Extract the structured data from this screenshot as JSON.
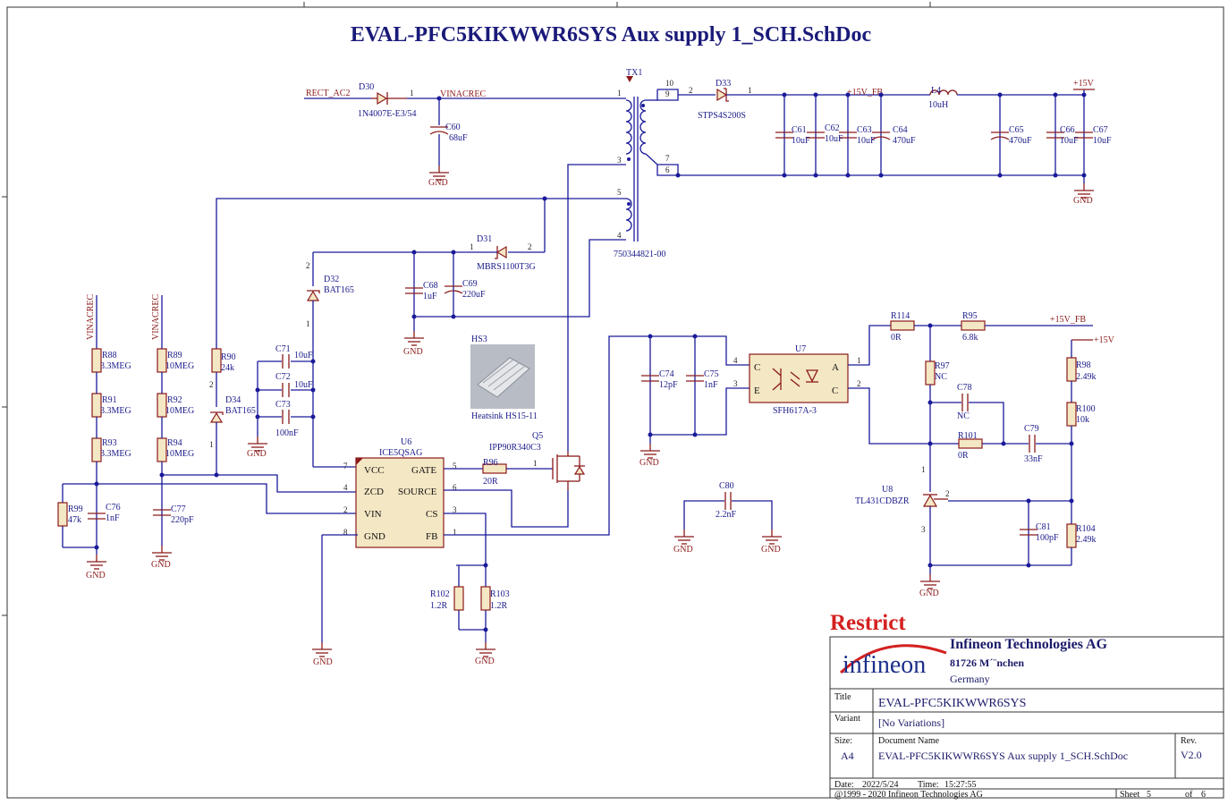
{
  "sheet_title": "EVAL-PFC5KIKWWR6SYS Aux supply 1_SCH.SchDoc",
  "nets": {
    "rect_ac2": "RECT_AC2",
    "vinacrec": "VINACREC",
    "p15v_fb": "+15V_FB",
    "p15v": "+15V",
    "gnd": "GND"
  },
  "transformer": {
    "ref": "TX1",
    "part": "750344821-00",
    "pins": [
      "1",
      "3",
      "5",
      "4",
      "10",
      "9",
      "7",
      "6"
    ]
  },
  "diodes": [
    {
      "ref": "D30",
      "part": "1N4007E-E3/54"
    },
    {
      "ref": "D33",
      "part": "STPS4S200S"
    },
    {
      "ref": "D31",
      "part": "MBRS1100T3G"
    },
    {
      "ref": "D32",
      "part": "BAT165"
    },
    {
      "ref": "D34",
      "part": "BAT165"
    }
  ],
  "capacitors": [
    {
      "ref": "C60",
      "value": "68uF"
    },
    {
      "ref": "C61",
      "value": "10uF"
    },
    {
      "ref": "C62",
      "value": "10uF"
    },
    {
      "ref": "C63",
      "value": "10uF"
    },
    {
      "ref": "C64",
      "value": "470uF"
    },
    {
      "ref": "C65",
      "value": "470uF"
    },
    {
      "ref": "C66",
      "value": "10uF"
    },
    {
      "ref": "C67",
      "value": "10uF"
    },
    {
      "ref": "C68",
      "value": "1uF"
    },
    {
      "ref": "C69",
      "value": "220uF"
    },
    {
      "ref": "C71",
      "value": "10uF"
    },
    {
      "ref": "C72",
      "value": "10uF"
    },
    {
      "ref": "C73",
      "value": "100nF"
    },
    {
      "ref": "C74",
      "value": "12pF"
    },
    {
      "ref": "C75",
      "value": "1nF"
    },
    {
      "ref": "C76",
      "value": "1nF"
    },
    {
      "ref": "C77",
      "value": "220pF"
    },
    {
      "ref": "C78",
      "value": "NC"
    },
    {
      "ref": "C79",
      "value": "33nF"
    },
    {
      "ref": "C80",
      "value": "2.2nF"
    },
    {
      "ref": "C81",
      "value": "100pF"
    }
  ],
  "resistors": [
    {
      "ref": "R88",
      "value": "3.3MEG"
    },
    {
      "ref": "R91",
      "value": "3.3MEG"
    },
    {
      "ref": "R93",
      "value": "3.3MEG"
    },
    {
      "ref": "R89",
      "value": "10MEG"
    },
    {
      "ref": "R92",
      "value": "10MEG"
    },
    {
      "ref": "R94",
      "value": "10MEG"
    },
    {
      "ref": "R90",
      "value": "24k"
    },
    {
      "ref": "R99",
      "value": "47k"
    },
    {
      "ref": "R96",
      "value": "20R"
    },
    {
      "ref": "R102",
      "value": "1.2R"
    },
    {
      "ref": "R103",
      "value": "1.2R"
    },
    {
      "ref": "R114",
      "value": "0R"
    },
    {
      "ref": "R95",
      "value": "6.8k"
    },
    {
      "ref": "R97",
      "value": "NC"
    },
    {
      "ref": "R98",
      "value": "2.49k"
    },
    {
      "ref": "R100",
      "value": "10k"
    },
    {
      "ref": "R101",
      "value": "0R"
    },
    {
      "ref": "R104",
      "value": "2.49k"
    }
  ],
  "inductor": {
    "ref": "L4",
    "value": "10uH"
  },
  "heatsink": {
    "ref": "HS3",
    "label": "Heatsink HS15-11"
  },
  "controller": {
    "ref": "U6",
    "part": "ICE5QSAG",
    "pins": {
      "vcc": "VCC",
      "zcd": "ZCD",
      "vin": "VIN",
      "gnd": "GND",
      "gate": "GATE",
      "source": "SOURCE",
      "cs": "CS",
      "fb": "FB"
    }
  },
  "mosfet": {
    "ref": "Q5",
    "part": "IPP90R340C3"
  },
  "optocoupler": {
    "ref": "U7",
    "part": "SFH617A-3",
    "pins": {
      "c": "C",
      "e": "E",
      "a": "A",
      "k": "C"
    }
  },
  "shunt": {
    "ref": "U8",
    "part": "TL431CDBZR"
  },
  "restrict_label": "Restrict",
  "title_block": {
    "logo": "infineon",
    "company": "Infineon Technologies AG",
    "address": "81726 M´¨nchen",
    "country": "Germany",
    "title_label": "Title",
    "title": "EVAL-PFC5KIKWWR6SYS",
    "variant_label": "Variant",
    "variant": "[No Variations]",
    "size_label": "Size:",
    "size": "A4",
    "docname_label": "Document Name",
    "docname": "EVAL-PFC5KIKWWR6SYS Aux supply 1_SCH.SchDoc",
    "rev_label": "Rev.",
    "rev": "V2.0",
    "date_label": "Date:",
    "date": "2022/5/24",
    "time_label": "Time:",
    "time": "15:27:55",
    "copyright": "@1999 - 2020 Infineon Technologies AG",
    "sheet_label": "Sheet",
    "sheet": "5",
    "of_label": "of",
    "of": "6"
  },
  "colors": {
    "wire": "#1a1a9a",
    "part": "#8b1a1a",
    "body": "#f4e7c4",
    "restrict": "#d42020",
    "logo": "#1a2f8a"
  }
}
